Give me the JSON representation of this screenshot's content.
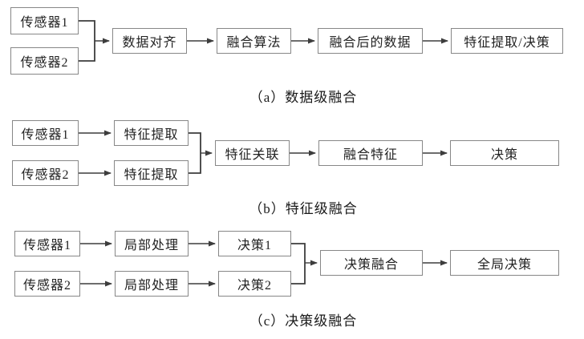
{
  "diagram": {
    "title_implied": "多传感器信息融合层级",
    "colors": {
      "background": "#ffffff",
      "box_border": "#878787",
      "line": "#3d3d3d",
      "text": "#222222"
    },
    "sections": {
      "a": {
        "caption": "（a）数据级融合",
        "nodes": {
          "sensor1": "传感器1",
          "sensor2": "传感器2",
          "align": "数据对齐",
          "algorithm": "融合算法",
          "fused_data": "融合后的数据",
          "extract_decide": "特征提取/决策"
        }
      },
      "b": {
        "caption": "（b）特征级融合",
        "nodes": {
          "sensor1": "传感器1",
          "sensor2": "传感器2",
          "feat1": "特征提取",
          "feat2": "特征提取",
          "assoc": "特征关联",
          "fused_feat": "融合特征",
          "decision": "决策"
        }
      },
      "c": {
        "caption": "（c）决策级融合",
        "nodes": {
          "sensor1": "传感器1",
          "sensor2": "传感器2",
          "local1": "局部处理",
          "local2": "局部处理",
          "dec1": "决策1",
          "dec2": "决策2",
          "fusion": "决策融合",
          "global": "全局决策"
        }
      }
    }
  }
}
